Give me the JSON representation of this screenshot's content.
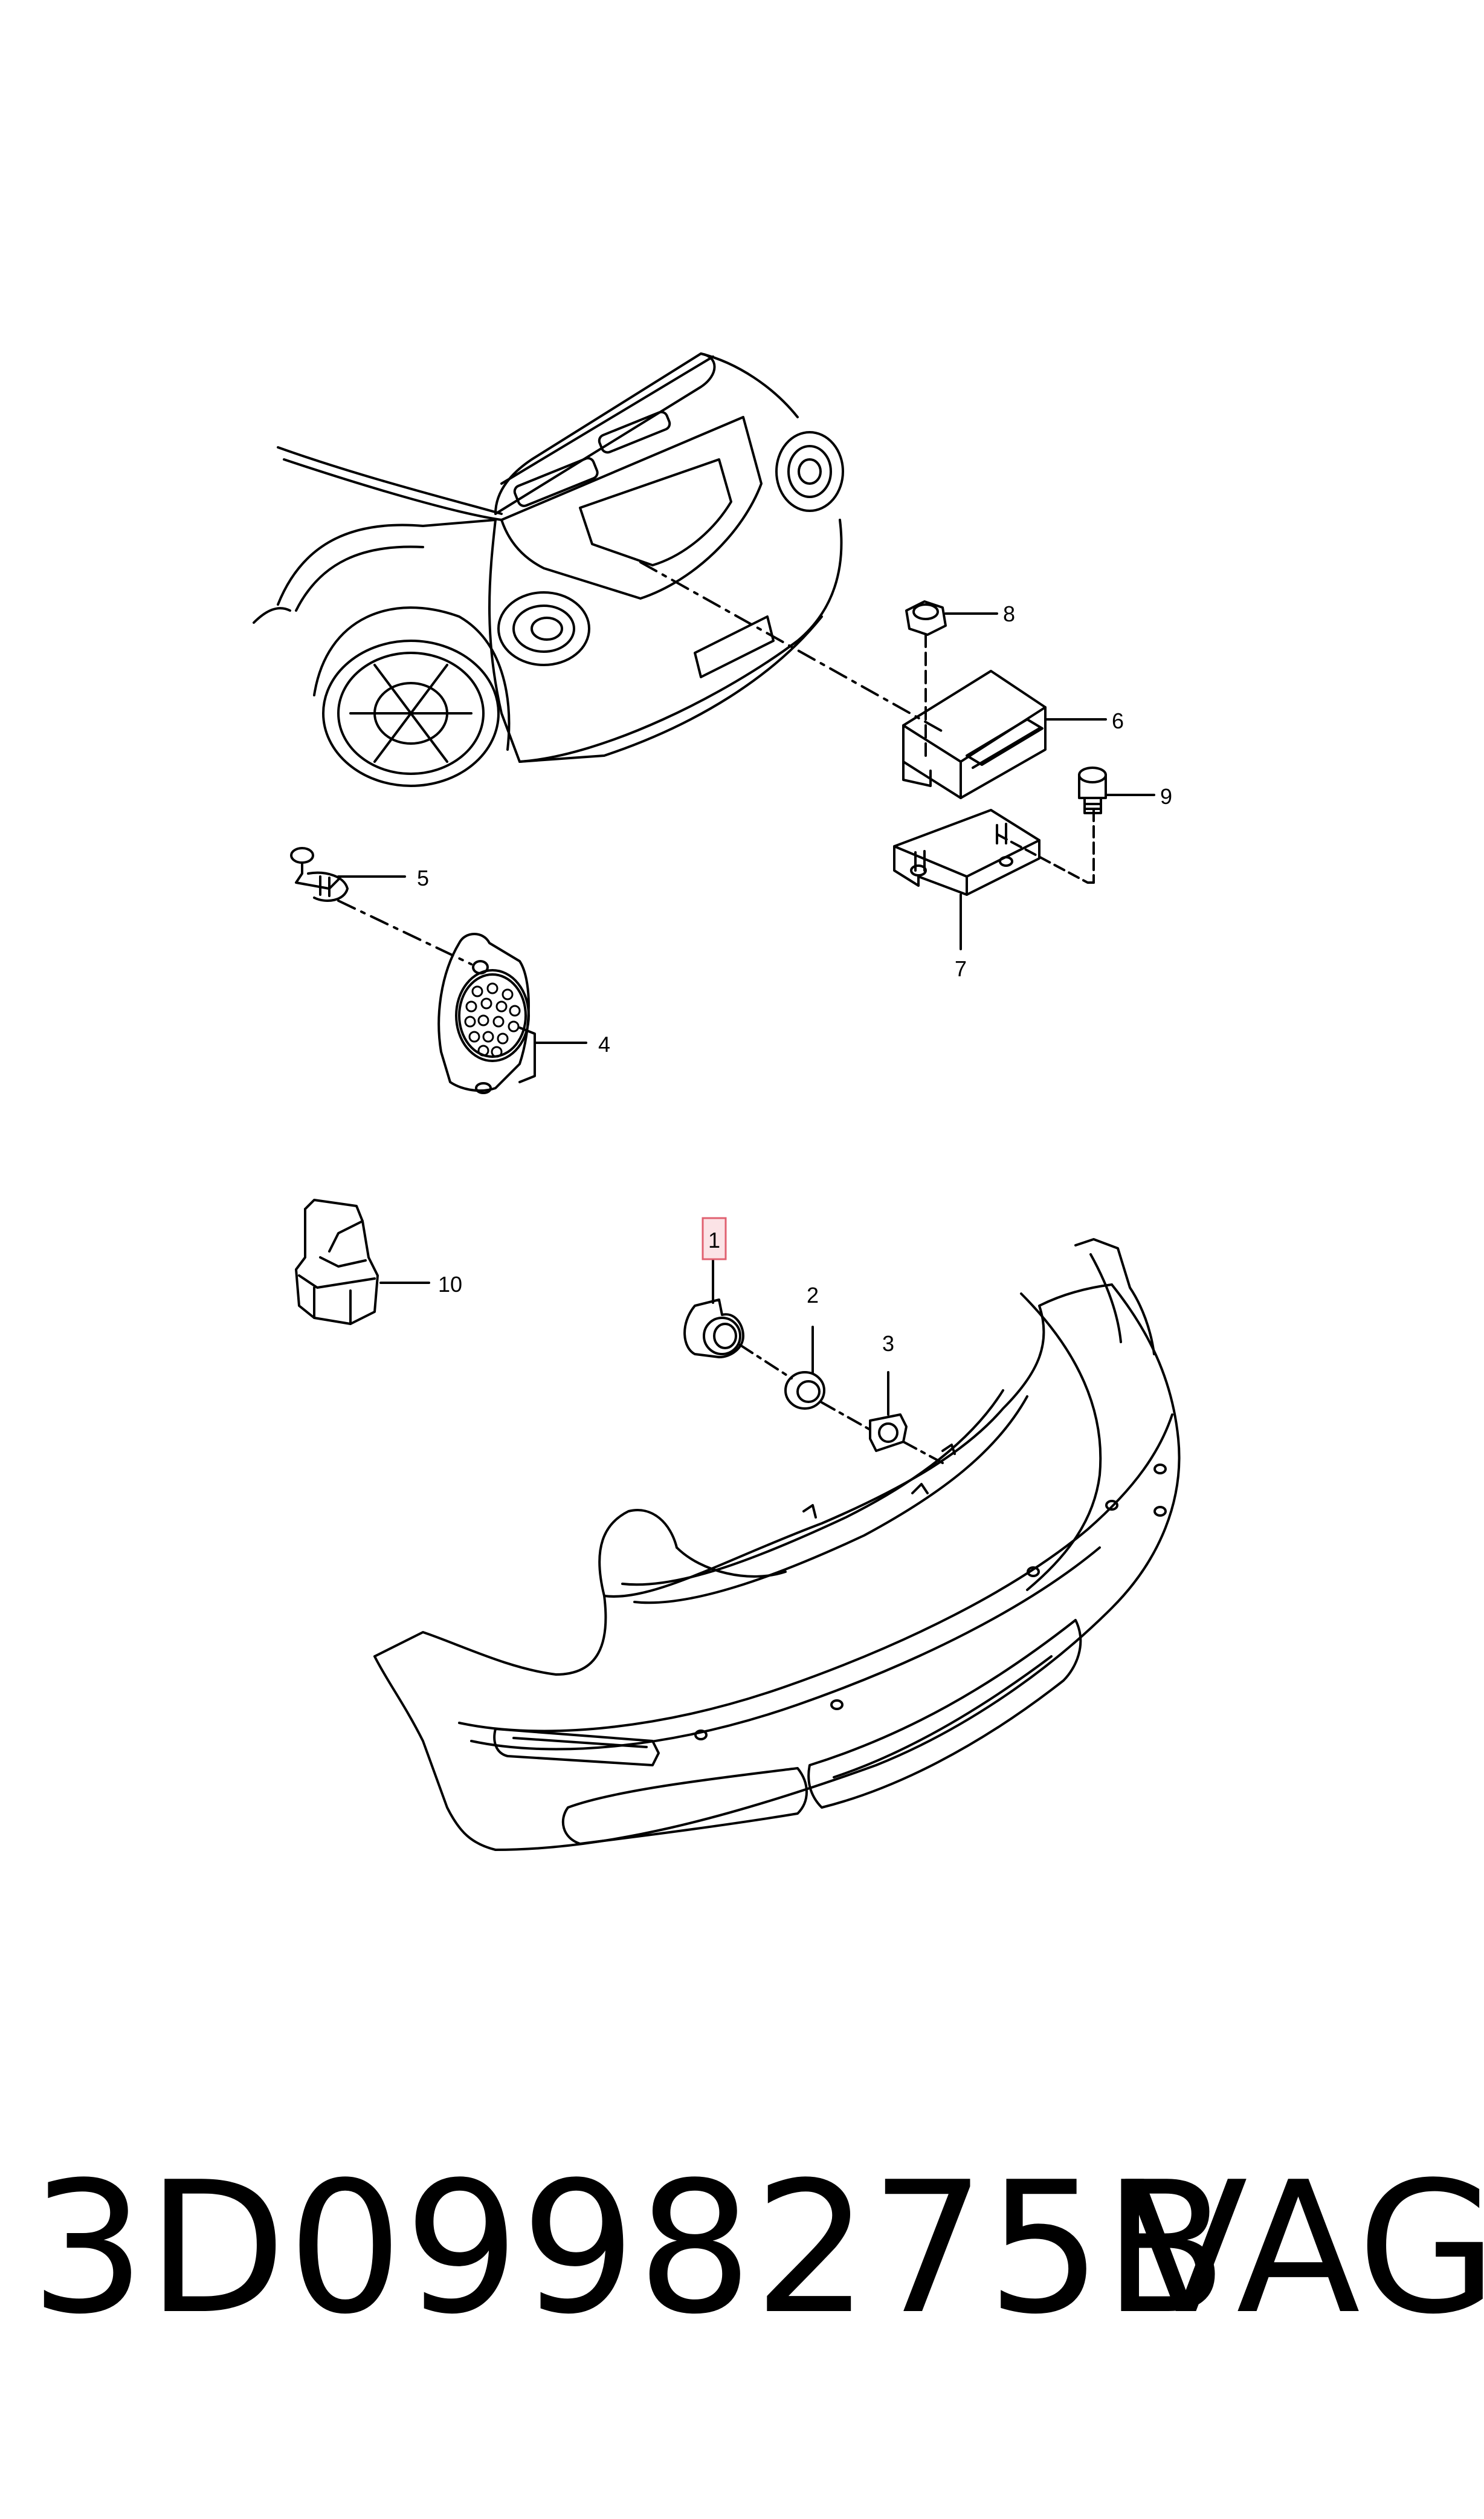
{
  "diagram": {
    "callouts": [
      {
        "id": "1",
        "label": "1",
        "highlighted": true
      },
      {
        "id": "2",
        "label": "2"
      },
      {
        "id": "3",
        "label": "3"
      },
      {
        "id": "4",
        "label": "4"
      },
      {
        "id": "5",
        "label": "5"
      },
      {
        "id": "6",
        "label": "6"
      },
      {
        "id": "7",
        "label": "7"
      },
      {
        "id": "8",
        "label": "8"
      },
      {
        "id": "9",
        "label": "9"
      },
      {
        "id": "10",
        "label": "10"
      }
    ],
    "colors": {
      "line": "#000000",
      "highlight": "#e06070",
      "highlight_fill": "#fbe3e6",
      "background": "#ffffff"
    }
  },
  "footer": {
    "part_number": "3D0998275B",
    "brand": "VAG"
  }
}
